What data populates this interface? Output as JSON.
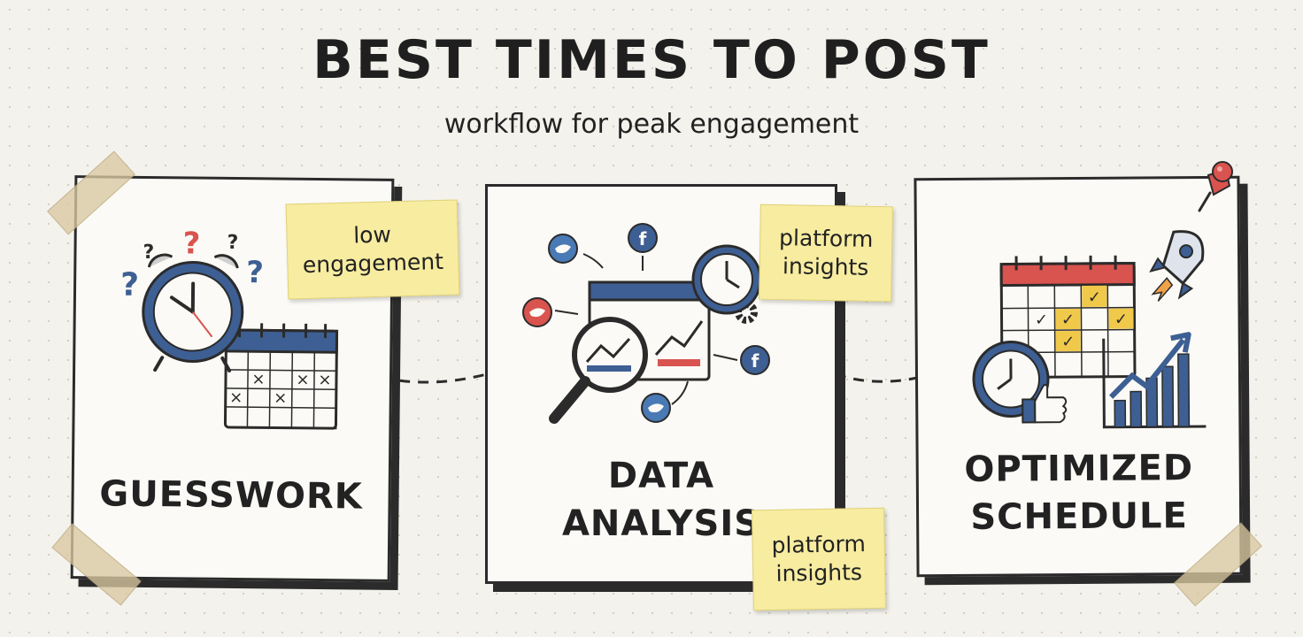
{
  "title": "BEST TIMES TO POST",
  "subtitle": "workflow for peak engagement",
  "steps": [
    {
      "title": "GUESSWORK"
    },
    {
      "title_line1": "DATA",
      "title_line2": "ANALYSIS"
    },
    {
      "title_line1": "OPTIMIZED",
      "title_line2": "SCHEDULE"
    }
  ],
  "notes": [
    {
      "line1": "low",
      "line2": "engagement"
    },
    {
      "line1": "platform",
      "line2": "insights"
    },
    {
      "line1": "platform",
      "line2": "insights"
    }
  ],
  "icons": {
    "question_mark": "?",
    "facebook": "f",
    "check": "✓",
    "cross": "×"
  },
  "colors": {
    "ink": "#2b2b2b",
    "blue": "#3d5f93",
    "red": "#d9534f",
    "yellow_note": "#f7eca0",
    "check_fill": "#f0c94a",
    "twitter": "#4a7ab5"
  }
}
